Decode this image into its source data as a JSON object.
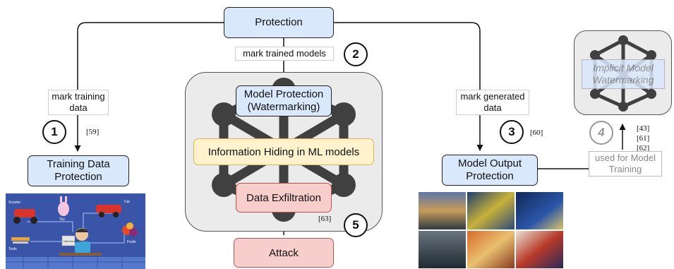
{
  "protection": "Protection",
  "mark_trained_models": "mark trained models",
  "badge2": "2",
  "mark_training_data": "mark training data",
  "badge1": "1",
  "cite59": "[59]",
  "training_protection": "Training Data Protection",
  "model_protection": "Model Protection (Watermarking)",
  "info_hiding": "Information Hiding in ML models",
  "data_exfiltration": "Data Exfiltration",
  "cite63": "[63]",
  "badge5": "5",
  "attack": "Attack",
  "mark_generated_data": "mark generated data",
  "badge3": "3",
  "cite60": "[60]",
  "model_output_protection": "Model Output Protection",
  "badge4": "4",
  "cite43": "[43]",
  "cite61": "[61]",
  "cite62": "[62]",
  "used_for_training": "used for Model Training",
  "implicit_watermarking": "Implicit Model Watermarking",
  "training_image_labels": {
    "scooter": "Scooter",
    "toy": "Toy",
    "car": "Car",
    "tools": "Tools",
    "fruits": "Fruits",
    "annotation": "Data Annotation"
  },
  "colors": {
    "blue_fill": "#dae8fc",
    "red_fill": "#f8cecc",
    "yellow_fill": "#fff2cc",
    "panel_fill": "#ebebeb",
    "network": "#404040",
    "training_bg": "#3a55a8"
  }
}
